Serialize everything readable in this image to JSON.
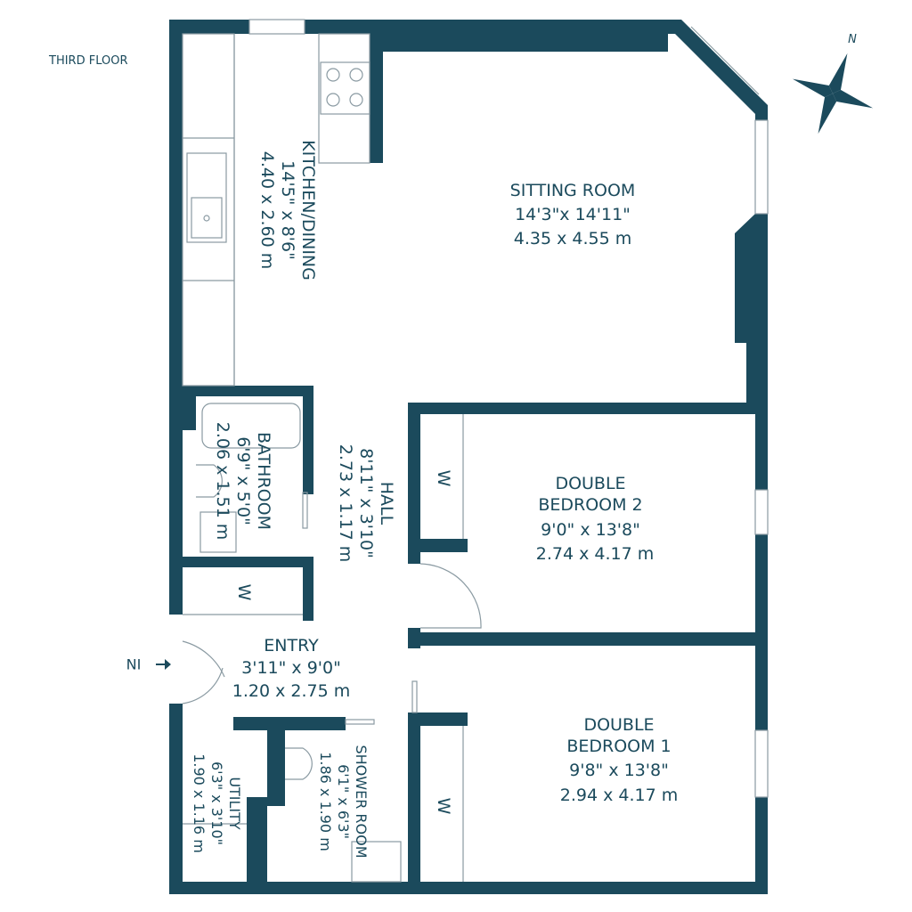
{
  "floor_label": "THIRD FLOOR",
  "compass": {
    "label": "N"
  },
  "entrance_label": "IN",
  "wall_color": "#1b4a5c",
  "rooms": {
    "kitchen": {
      "name": "KITCHEN/DINING",
      "imperial": "14'5\" x 8'6\"",
      "metric": "4.40 x 2.60 m"
    },
    "sitting": {
      "name": "SITTING ROOM",
      "imperial": "14'3\"x 14'11\"",
      "metric": "4.35 x 4.55 m"
    },
    "bathroom": {
      "name": "BATHROOM",
      "imperial": "6'9\" x 5'0\"",
      "metric": "2.06 x 1.51 m"
    },
    "hall": {
      "name": "HALL",
      "imperial": "8'11\" x 3'10\"",
      "metric": "2.73 x 1.17 m"
    },
    "bedroom2": {
      "name_line1": "DOUBLE",
      "name_line2": "BEDROOM 2",
      "imperial": "9'0\" x 13'8\"",
      "metric": "2.74 x 4.17 m"
    },
    "entry": {
      "name": "ENTRY",
      "imperial": "3'11\" x 9'0\"",
      "metric": "1.20 x 2.75 m"
    },
    "bedroom1": {
      "name_line1": "DOUBLE",
      "name_line2": "BEDROOM 1",
      "imperial": "9'8\" x 13'8\"",
      "metric": "2.94 x 4.17 m"
    },
    "utility": {
      "name": "UTILITY",
      "imperial": "6'3\" x 3'10\"",
      "metric": "1.90 x 1.16 m"
    },
    "shower": {
      "name": "SHOWER ROOM",
      "imperial": "6'1\" x 6'3\"",
      "metric": "1.86 x 1.90 m"
    }
  },
  "wardrobe_label": "W"
}
